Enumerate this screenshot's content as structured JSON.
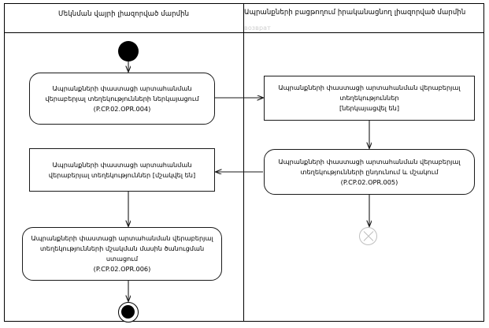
{
  "diagram": {
    "type": "uml-activity-diagram",
    "lanes": [
      {
        "id": "lane-departure-authority",
        "title": "Մեկնման վայրի լիազորված մարմին",
        "subtitle": ""
      },
      {
        "id": "lane-release-authority",
        "title": "Ապրանքների բացթողում իրականացնող լիազորված մարմին",
        "subtitle": "возврат"
      }
    ],
    "nodes": [
      {
        "id": "initial-node",
        "kind": "initial",
        "lane": "lane-departure-authority",
        "label": ""
      },
      {
        "id": "node-submit-export-info",
        "kind": "action",
        "lane": "lane-departure-authority",
        "label": "Ապրանքների փաստացի արտահանման\nվերաբերյալ տեղեկությունների ներկայացում\n(P.CP.02.OPR.004)"
      },
      {
        "id": "node-export-info-submitted",
        "kind": "object",
        "lane": "lane-release-authority",
        "label": "Ապրանքների փաստացի արտահանման վերաբերյալ\nտեղեկություններ\n[ներկայացվել են]"
      },
      {
        "id": "node-receive-process-info",
        "kind": "action",
        "lane": "lane-release-authority",
        "label": "Ապրանքների փաստացի արտահանման վերաբերյալ\nտեղեկությունների ընդունում և մշակում\n(P.CP.02.OPR.005)"
      },
      {
        "id": "node-export-info-processed",
        "kind": "object",
        "lane": "lane-departure-authority",
        "label": "Ապրանքների փաստացի արտահանման\nվերաբերյալ տեղեկություններ [մշակվել են]"
      },
      {
        "id": "node-receive-notification",
        "kind": "action",
        "lane": "lane-departure-authority",
        "label": "Ապրանքների փաստացի արտահանման վերաբերյալ\nտեղեկությունների մշակման մասին ծանուցման\nստացում\n(P.CP.02.OPR.006)"
      },
      {
        "id": "flow-final-node",
        "kind": "flow-final",
        "lane": "lane-release-authority",
        "label": ""
      },
      {
        "id": "final-node",
        "kind": "activity-final",
        "lane": "lane-departure-authority",
        "label": ""
      }
    ],
    "edges": [
      {
        "id": "edge-initial-to-submit",
        "from": "initial-node",
        "to": "node-submit-export-info",
        "label": ""
      },
      {
        "id": "edge-submit-to-submitted",
        "from": "node-submit-export-info",
        "to": "node-export-info-submitted",
        "label": ""
      },
      {
        "id": "edge-submitted-to-process",
        "from": "node-export-info-submitted",
        "to": "node-receive-process-info",
        "label": ""
      },
      {
        "id": "edge-process-to-processed",
        "from": "node-receive-process-info",
        "to": "node-export-info-processed",
        "label": ""
      },
      {
        "id": "edge-process-to-flow-final",
        "from": "node-receive-process-info",
        "to": "flow-final-node",
        "label": ""
      },
      {
        "id": "edge-processed-to-notification",
        "from": "node-export-info-processed",
        "to": "node-receive-notification",
        "label": ""
      },
      {
        "id": "edge-notification-to-final",
        "from": "node-receive-notification",
        "to": "final-node",
        "label": ""
      }
    ],
    "colors": {
      "stroke": "#1a1a1a",
      "background": "#ffffff",
      "flow_final_stroke": "#bfbfbf",
      "subtitle": "#cfcfcf"
    }
  }
}
